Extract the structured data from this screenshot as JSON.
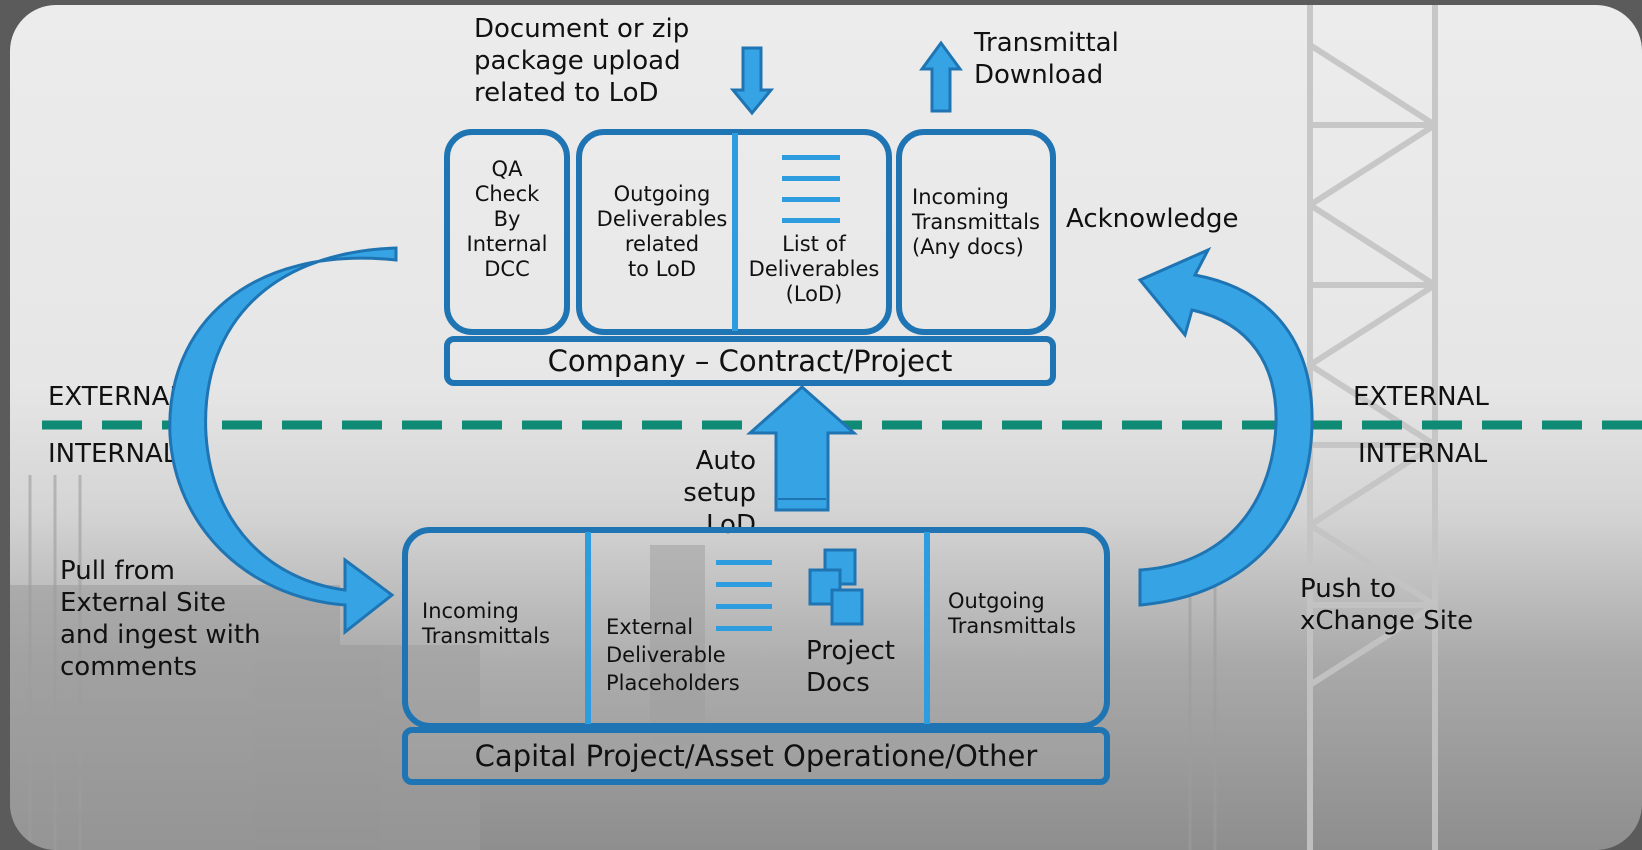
{
  "colors": {
    "box_border": "#1f75b3",
    "arrow_fill": "#36a4e4",
    "arrow_stroke": "#1f75b3",
    "divider": "#0f8a74"
  },
  "icons": [
    "down-arrow",
    "up-arrow",
    "list-icon",
    "documents-icon",
    "curved-arrow"
  ],
  "top_left_note": "Document or zip\npackage upload\nrelated to LoD",
  "top_right_note": "Transmittal\nDownload",
  "acknowledge": "Acknowledge",
  "qa_box": "QA\nCheck\nBy\nInternal\nDCC",
  "outgoing_deliverables": "Outgoing\nDeliverables\nrelated\nto LoD",
  "list_of_deliverables": "List of\nDeliverables\n(LoD)",
  "incoming_transmittals_top": "Incoming\nTransmittals\n(Any docs)",
  "company_bar": "Company – Contract/Project",
  "external_left": "EXTERNAL",
  "internal_left": "INTERNAL",
  "external_right": "EXTERNAL",
  "internal_right": "INTERNAL",
  "auto_setup": "Auto setup\nLoD",
  "pull_note": "Pull from\nExternal Site\nand ingest with\ncomments",
  "push_note": "Push to\nxChange Site",
  "incoming_transmittals_bottom": "Incoming\nTransmittals",
  "external_placeholders": "External\nDeliverable\nPlaceholders",
  "project_docs": "Project\nDocs",
  "outgoing_transmittals": "Outgoing\nTransmittals",
  "capital_bar": "Capital Project/Asset Operatione/Other"
}
